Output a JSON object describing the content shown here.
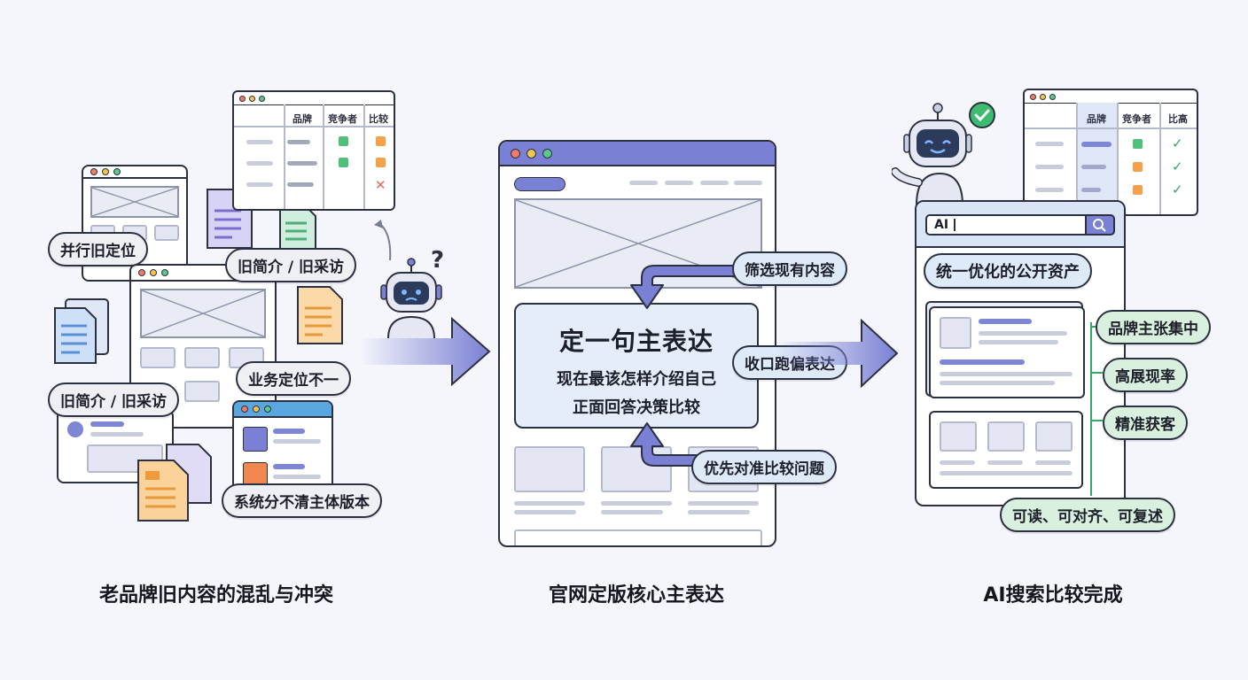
{
  "left": {
    "pills": {
      "parallel": "并行旧定位",
      "old_intro_top": "旧简介 / 旧采访",
      "old_intro_bottom": "旧简介 / 旧采访",
      "business": "业务定位不一",
      "system": "系统分不清主体版本"
    },
    "table": {
      "headers": [
        "品牌",
        "竞争者",
        "比较"
      ]
    },
    "caption": "老品牌旧内容的混乱与冲突"
  },
  "middle": {
    "title": "定一句主表达",
    "line1": "现在最该怎样介绍自己",
    "line2": "正面回答决策比较",
    "pills": {
      "filter": "筛选现有内容",
      "converge": "收口跑偏表达",
      "prioritize": "优先对准比较问题"
    },
    "caption": "官网定版核心主表达"
  },
  "right": {
    "search_text": "AI",
    "assets_title": "统一优化的公开资产",
    "pills": {
      "brand": "品牌主张集中",
      "exposure": "高展现率",
      "acquire": "精准获客",
      "readable": "可读、可对齐、可复述"
    },
    "table": {
      "headers": [
        "品牌",
        "竞争者",
        "比高"
      ]
    },
    "caption": "AI搜索比较完成"
  },
  "colors": {
    "accent": "#7a80d4",
    "pill_blue": "#dfeaf8",
    "pill_green": "#d9f0de",
    "robot": "#2c3a5c"
  }
}
